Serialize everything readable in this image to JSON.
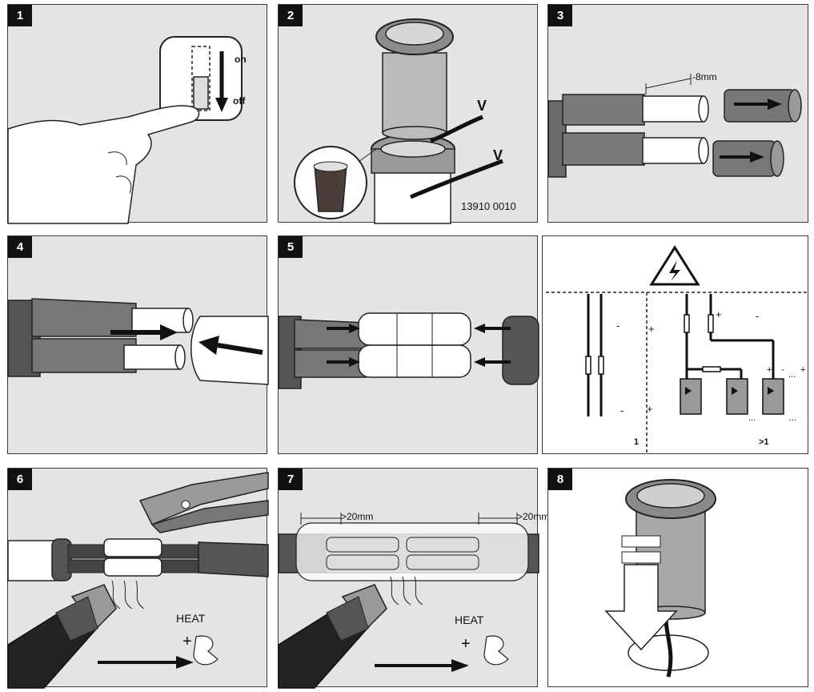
{
  "steps": [
    {
      "number": "1",
      "labels": {
        "on": "on",
        "off": "off"
      }
    },
    {
      "number": "2",
      "code": "13910 0010",
      "wire_marks": [
        "V",
        "V"
      ]
    },
    {
      "number": "3",
      "strip_length": "-8mm"
    },
    {
      "number": "4"
    },
    {
      "number": "5"
    },
    {
      "number": "6",
      "heat": "HEAT",
      "plus": "+"
    },
    {
      "number": "7",
      "heat": "HEAT",
      "plus": "+",
      "overlap_left": ">20mm",
      "overlap_right": ">20mm"
    },
    {
      "number": "8"
    }
  ],
  "wiring": {
    "plus": "+",
    "minus": "-",
    "ellipsis": "...",
    "single": "1",
    "multiple": ">1"
  }
}
